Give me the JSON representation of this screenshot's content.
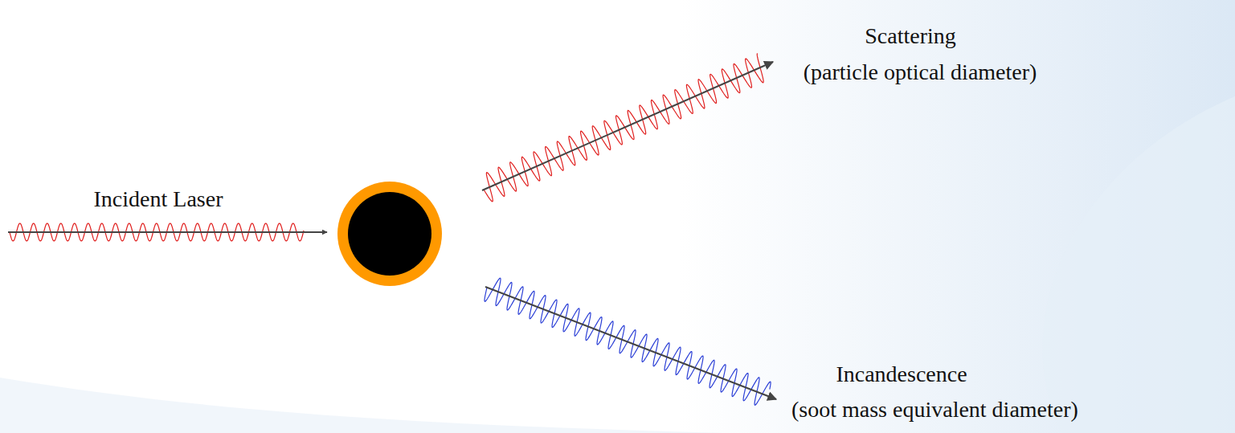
{
  "diagram": {
    "labels": [
      "Incident Laser",
      "Scattering",
      "(particle optical diameter)",
      "Incandescence",
      "(soot mass equivalent diameter)"
    ]
  }
}
